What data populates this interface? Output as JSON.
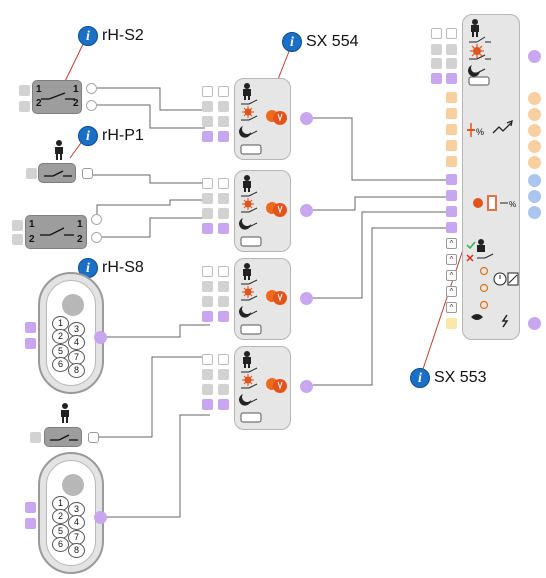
{
  "callouts": {
    "rh_s2": "rH-S2",
    "sx_554": "SX 554",
    "rh_p1": "rH-P1",
    "rh_s8": "rH-S8",
    "sx_553": "SX 553"
  },
  "info_symbol": "i",
  "switch_positions": {
    "one": "1",
    "two": "2"
  },
  "remote_keys": [
    "1",
    "2",
    "3",
    "4",
    "5",
    "6",
    "7",
    "8"
  ],
  "sensor_labels": {
    "percent": "%"
  },
  "toggle_symbol": "^",
  "colors": {
    "module_bg": "#e6e6e6",
    "port_purple": "#c9a7f0",
    "port_orange": "#f8cf9e",
    "port_blue": "#a9c7ee",
    "info_blue": "#1a6fc7",
    "wire": "#555555",
    "callout_line": "#b9412f"
  }
}
